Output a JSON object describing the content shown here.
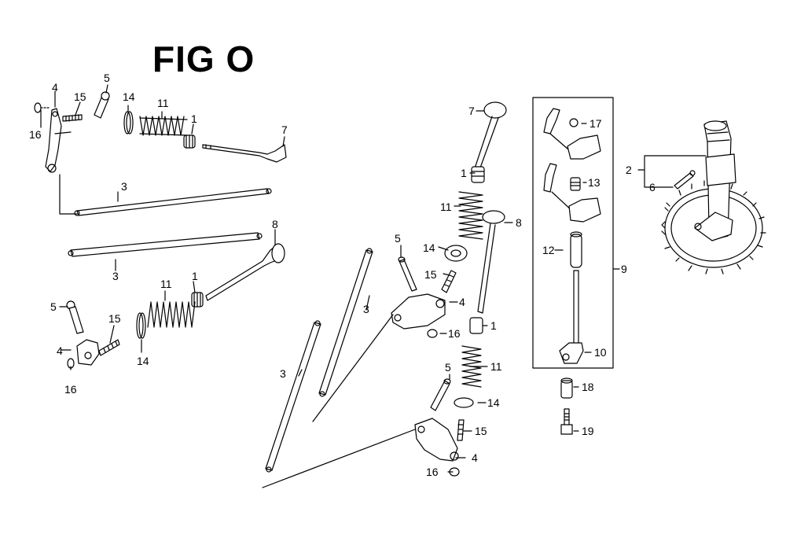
{
  "figure": {
    "title": "FIG O",
    "callouts": [
      "1",
      "2",
      "3",
      "4",
      "5",
      "6",
      "7",
      "8",
      "9",
      "10",
      "11",
      "12",
      "13",
      "14",
      "15",
      "16",
      "17",
      "18",
      "19"
    ]
  }
}
